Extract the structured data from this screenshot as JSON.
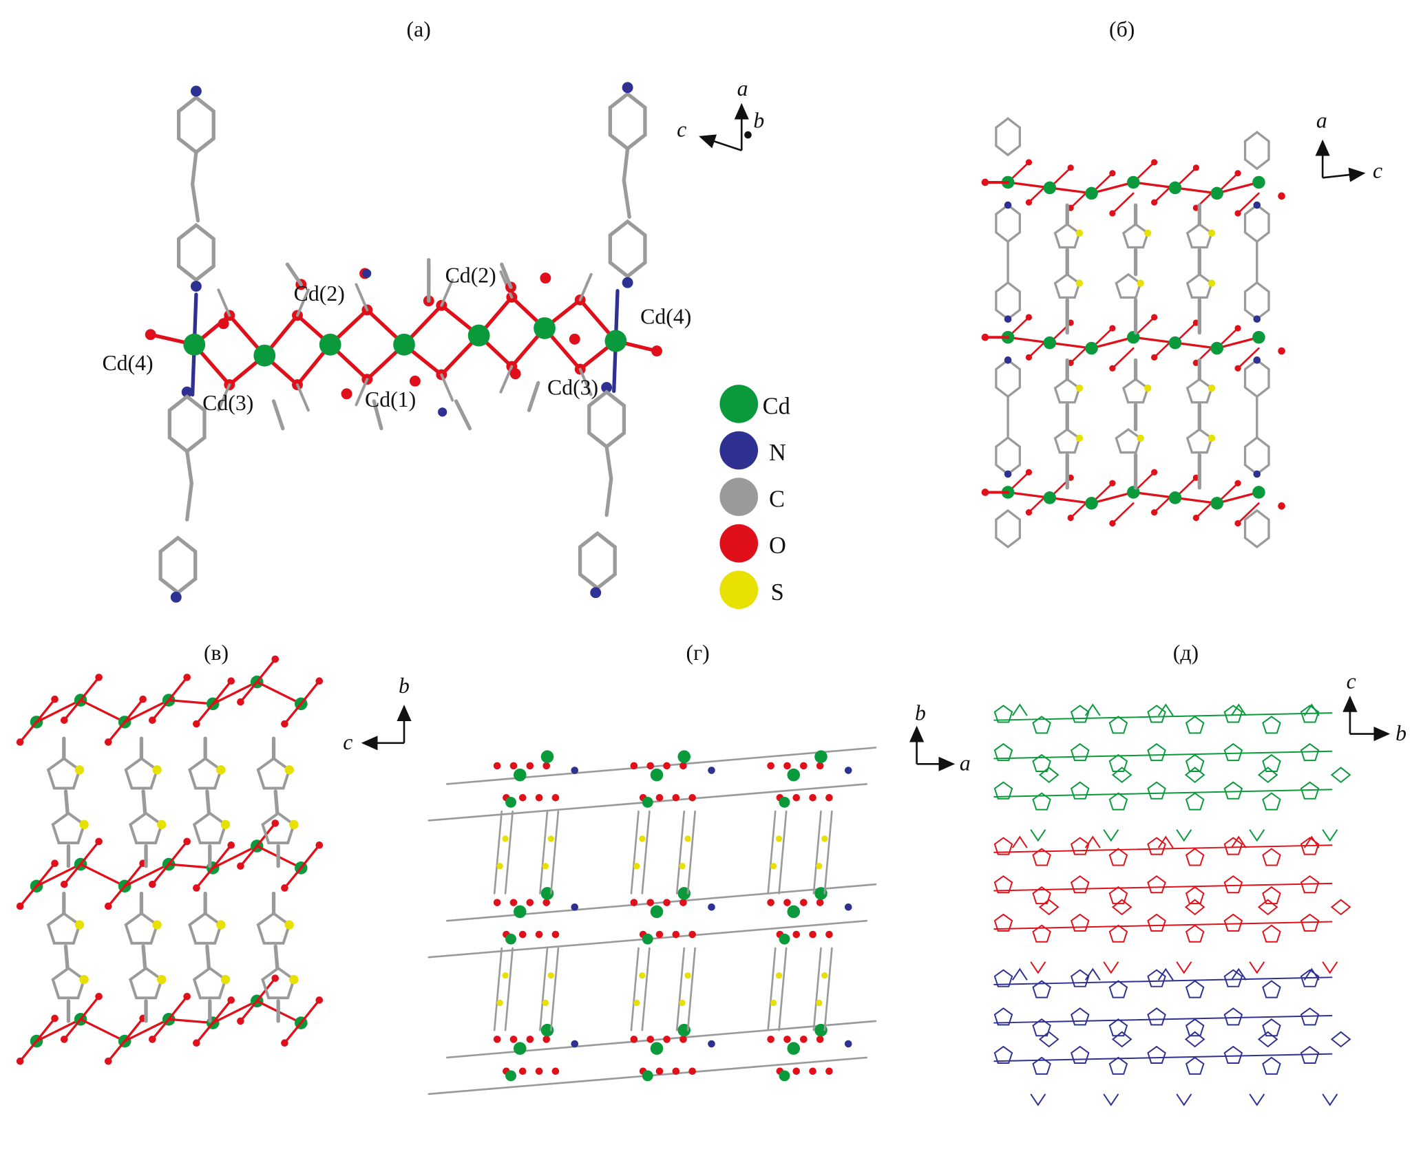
{
  "panels": {
    "a": {
      "title": "(a)",
      "axes": {
        "up": "a",
        "left": "c",
        "out": "b"
      },
      "labels": [
        "Cd(2)",
        "Cd(2)",
        "Cd(4)",
        "Cd(4)",
        "Cd(3)",
        "Cd(1)",
        "Cd(3)"
      ]
    },
    "b": {
      "title": "(б)",
      "axes": {
        "up": "a",
        "right": "c"
      }
    },
    "c": {
      "title": "(в)",
      "axes": {
        "up": "b",
        "left": "c"
      }
    },
    "d": {
      "title": "(г)",
      "axes": {
        "up": "b",
        "right": "a"
      }
    },
    "e": {
      "title": "(д)",
      "axes": {
        "up": "c",
        "right": "b"
      }
    }
  },
  "legend": [
    {
      "label": "Cd",
      "color": "#0a9a3c"
    },
    {
      "label": "N",
      "color": "#2e3192"
    },
    {
      "label": "C",
      "color": "#9a9a9a"
    },
    {
      "label": "O",
      "color": "#e0101a"
    },
    {
      "label": "S",
      "color": "#e8e000"
    }
  ],
  "layer_colors": [
    "#0a9a3c",
    "#e0101a",
    "#2e3192"
  ]
}
